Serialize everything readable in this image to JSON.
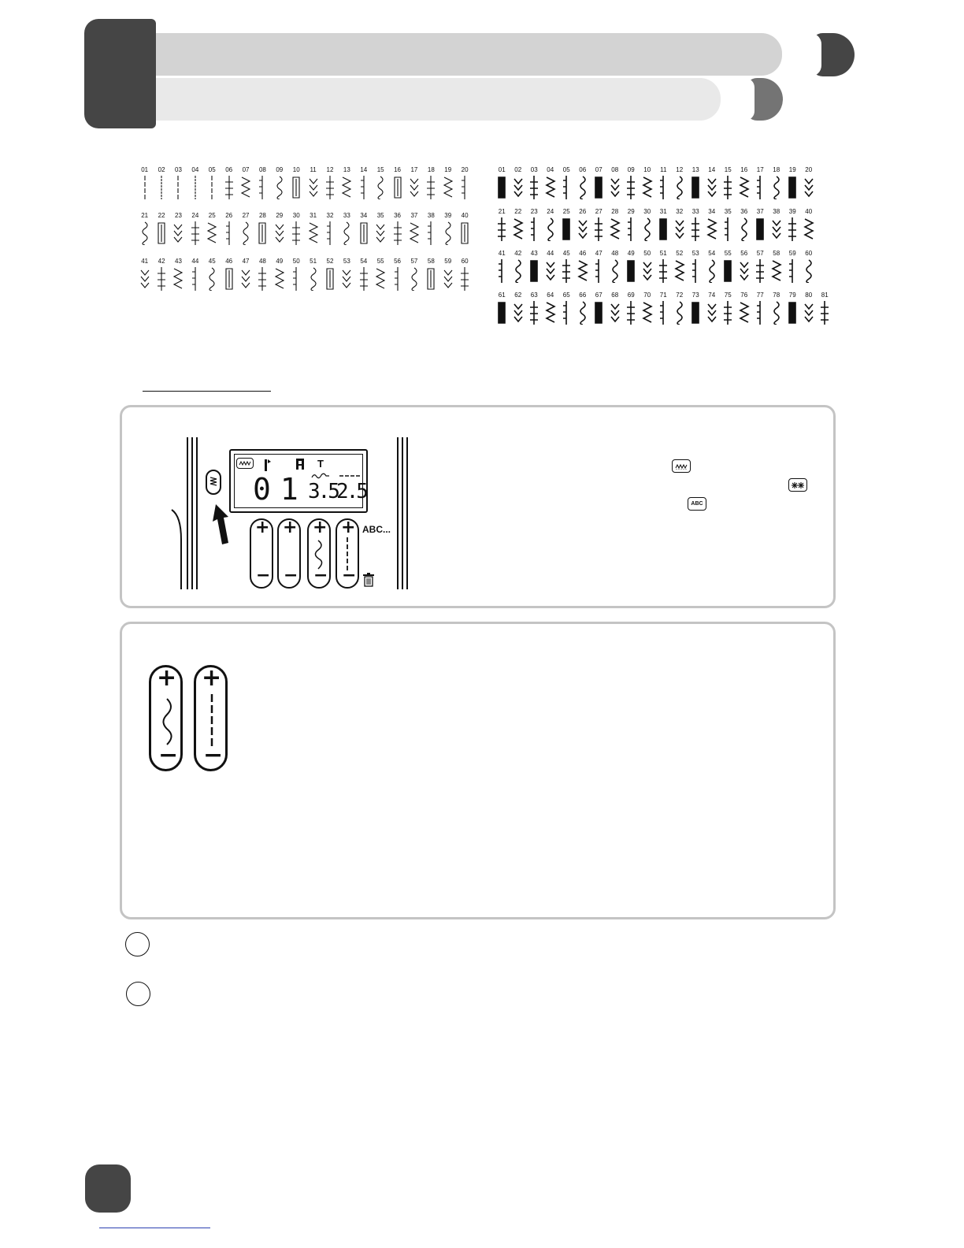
{
  "basic_stitches": {
    "numbers": [
      "01",
      "02",
      "03",
      "04",
      "05",
      "06",
      "07",
      "08",
      "09",
      "10",
      "11",
      "12",
      "13",
      "14",
      "15",
      "16",
      "17",
      "18",
      "19",
      "20",
      "21",
      "22",
      "23",
      "24",
      "25",
      "26",
      "27",
      "28",
      "29",
      "30",
      "31",
      "32",
      "33",
      "34",
      "35",
      "36",
      "37",
      "38",
      "39",
      "40",
      "41",
      "42",
      "43",
      "44",
      "45",
      "46",
      "47",
      "48",
      "49",
      "50",
      "51",
      "52",
      "53",
      "54",
      "55",
      "56",
      "57",
      "58",
      "59",
      "60"
    ]
  },
  "decorative_stitches": {
    "numbers": [
      "01",
      "02",
      "03",
      "04",
      "05",
      "06",
      "07",
      "08",
      "09",
      "10",
      "11",
      "12",
      "13",
      "14",
      "15",
      "16",
      "17",
      "18",
      "19",
      "20",
      "21",
      "22",
      "23",
      "24",
      "25",
      "26",
      "27",
      "28",
      "29",
      "30",
      "31",
      "32",
      "33",
      "34",
      "35",
      "36",
      "37",
      "38",
      "39",
      "40",
      "41",
      "42",
      "43",
      "44",
      "45",
      "46",
      "47",
      "48",
      "49",
      "50",
      "51",
      "52",
      "53",
      "54",
      "55",
      "56",
      "57",
      "58",
      "59",
      "60",
      "61",
      "62",
      "63",
      "64",
      "65",
      "66",
      "67",
      "68",
      "69",
      "70",
      "71",
      "72",
      "73",
      "74",
      "75",
      "76",
      "77",
      "78",
      "79",
      "80",
      "81"
    ]
  },
  "lcd": {
    "pattern_number": "01",
    "stitch_width": "3.5",
    "stitch_length": "2.5",
    "top_mark": "T"
  },
  "control_panel": {
    "abc_label": "ABC...",
    "plus_symbol": "+",
    "minus_symbol": "−"
  },
  "mode_keys": {
    "utility_icon": "zigzag-mode-icon",
    "decorative_icon": "asterisk-mode-icon",
    "alphabet_label": "ABC"
  },
  "colors": {
    "header_dark": "#454545",
    "header_light": "#d3d3d3",
    "panel_border": "#c4c4c4",
    "footer_link": "#2b3fb0"
  }
}
